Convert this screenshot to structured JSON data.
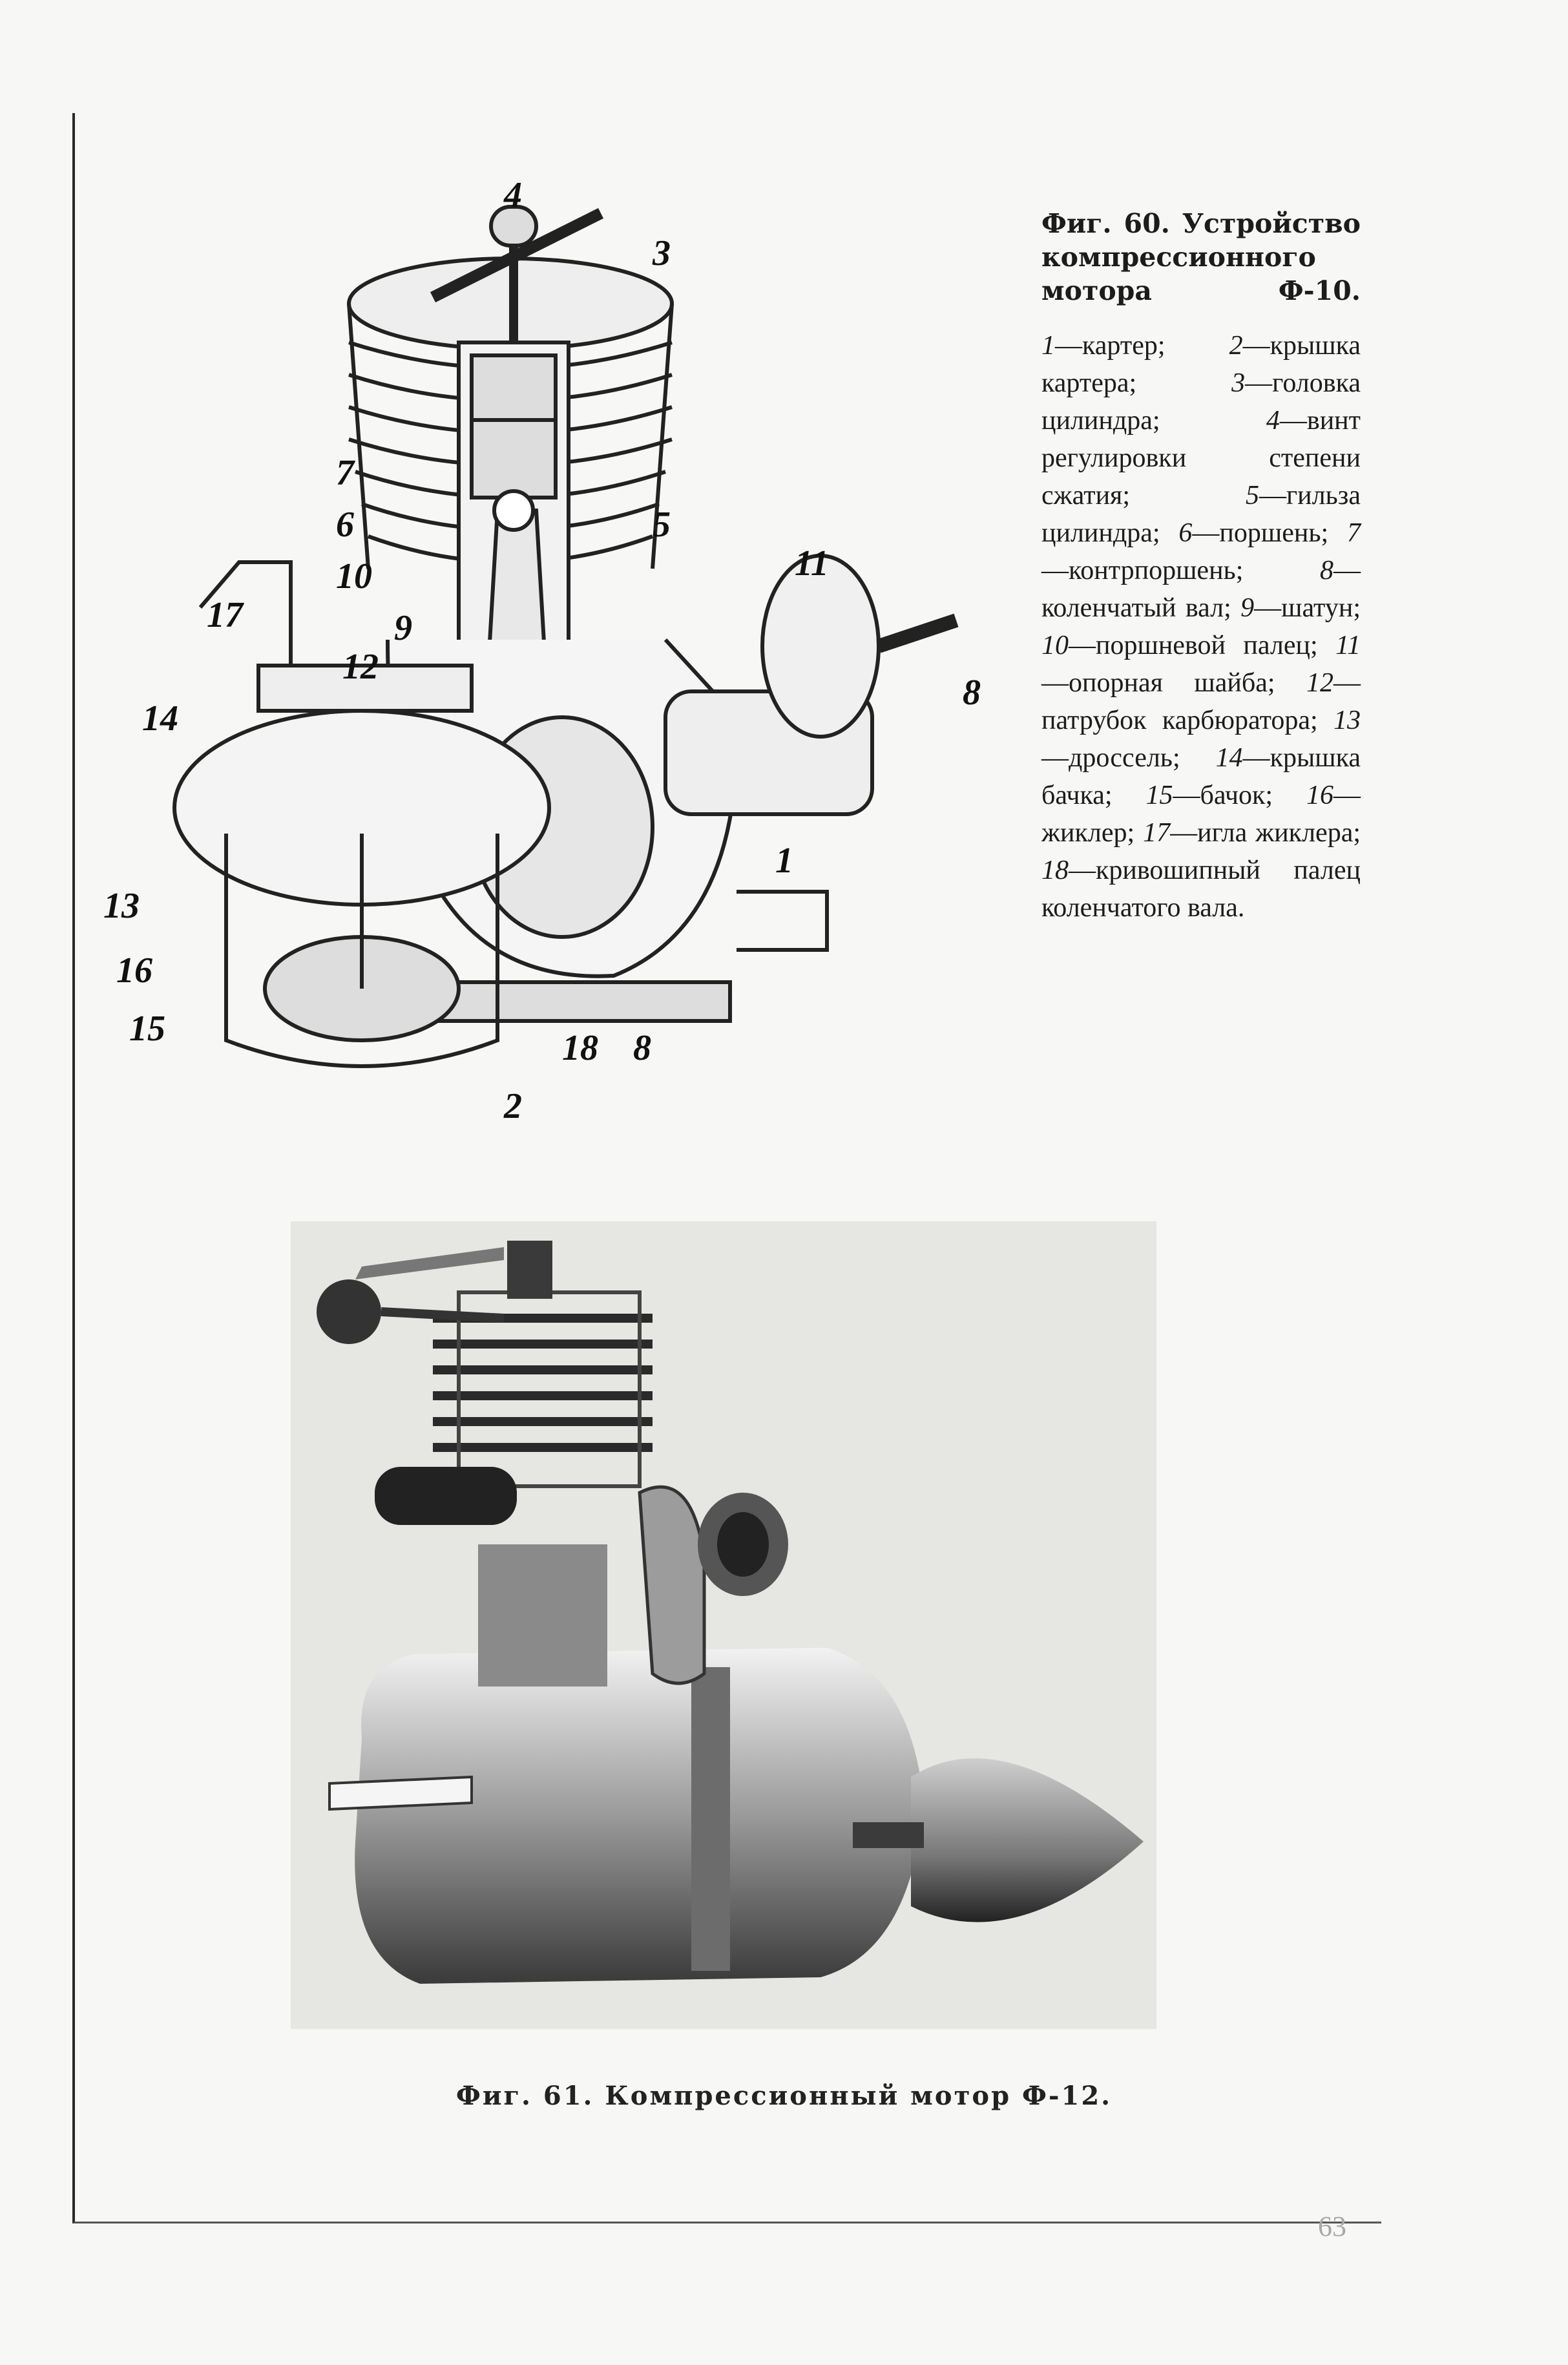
{
  "figure_60": {
    "caption_title": "Фиг. 60. Устройство компрессионного мотора Ф-10.",
    "legend": [
      {
        "num": "1",
        "text": "—картер;"
      },
      {
        "num": "2",
        "text": "—крышка картера;"
      },
      {
        "num": "3",
        "text": "—головка цилиндра;"
      },
      {
        "num": "4",
        "text": "—винт регулировки степени сжатия;"
      },
      {
        "num": "5",
        "text": "—гильза цилиндра;"
      },
      {
        "num": "6",
        "text": "—поршень;"
      },
      {
        "num": "7",
        "text": "—контрпоршень;"
      },
      {
        "num": "8",
        "text": "—коленчатый вал;"
      },
      {
        "num": "9",
        "text": "—шатун;"
      },
      {
        "num": "10",
        "text": "—поршневой палец;"
      },
      {
        "num": "11",
        "text": "—опорная шайба;"
      },
      {
        "num": "12",
        "text": "—патрубок карбюратора;"
      },
      {
        "num": "13",
        "text": "—дроссель;"
      },
      {
        "num": "14",
        "text": "—крышка бачка;"
      },
      {
        "num": "15",
        "text": "—бачок;"
      },
      {
        "num": "16",
        "text": "—жиклер;"
      },
      {
        "num": "17",
        "text": "—игла жиклера;"
      },
      {
        "num": "18",
        "text": "—кривошипный палец коленчатого вала."
      }
    ],
    "callouts": [
      "1",
      "2",
      "3",
      "4",
      "5",
      "6",
      "7",
      "8",
      "8",
      "9",
      "10",
      "11",
      "12",
      "13",
      "14",
      "15",
      "16",
      "17",
      "18"
    ]
  },
  "figure_61": {
    "caption": "Фиг. 61. Компрессионный мотор Ф-12."
  },
  "page_number": "63"
}
